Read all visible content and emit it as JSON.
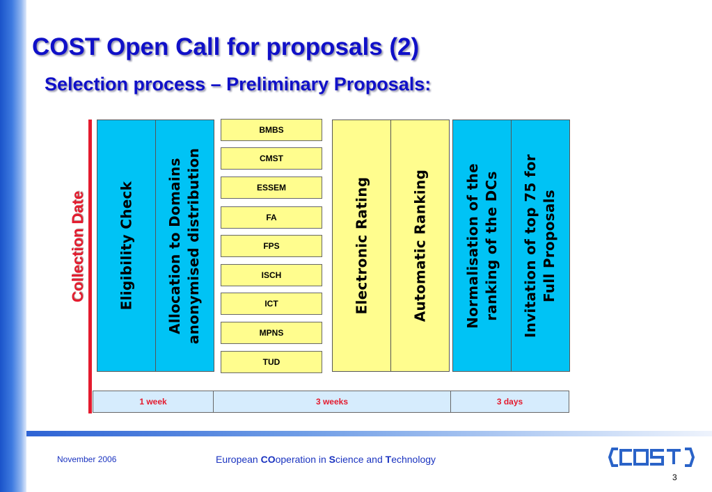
{
  "title": "COST Open Call for proposals (2)",
  "subtitle": "Selection process – Preliminary Proposals:",
  "collection_label": "Collection Date",
  "steps": {
    "eligibility": [
      "Eligibility Check"
    ],
    "allocation": [
      "Allocation to Domains",
      "anonymised distribution"
    ],
    "rating": [
      "Electronic Rating"
    ],
    "ranking": [
      "Automatic Ranking"
    ],
    "normalisation": [
      "Normalisation of the",
      "ranking of the DCs"
    ],
    "invitation": [
      "Invitation of top 75 for",
      "Full Proposals"
    ]
  },
  "domains": [
    "BMBS",
    "CMST",
    "ESSEM",
    "FA",
    "FPS",
    "ISCH",
    "ICT",
    "MPNS",
    "TUD"
  ],
  "timeline": [
    "1 week",
    "3 weeks",
    "3 days"
  ],
  "footer": {
    "date": "November 2006",
    "tagline": {
      "p1": "European ",
      "b1": "CO",
      "p2": "operation in ",
      "b2": "S",
      "p3": "cience and ",
      "b3": "T",
      "p4": "echnology"
    },
    "page_number": "3"
  },
  "logo": {
    "icon": "cost-logo",
    "text": "cost"
  },
  "colors": {
    "title": "#1010c8",
    "accent_red": "#e41b2e",
    "cyan": "#00c3f5",
    "yellow": "#fffd8e",
    "timeline_bg": "#d6ecfd"
  }
}
